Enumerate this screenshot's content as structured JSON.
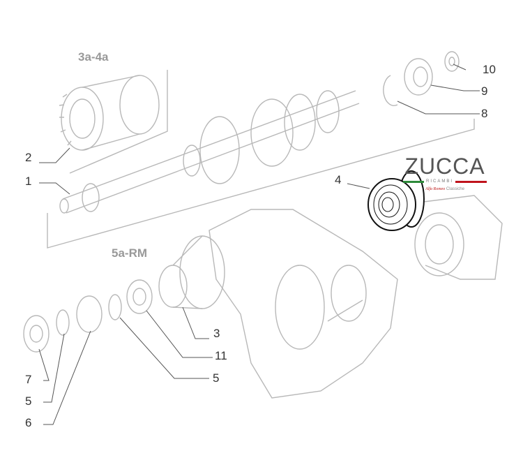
{
  "groups": {
    "upper": "3a-4a",
    "lower": "5a-RM"
  },
  "callouts": [
    {
      "id": "10",
      "label": "10"
    },
    {
      "id": "9",
      "label": "9"
    },
    {
      "id": "8",
      "label": "8"
    },
    {
      "id": "2",
      "label": "2"
    },
    {
      "id": "1",
      "label": "1"
    },
    {
      "id": "4",
      "label": "4"
    },
    {
      "id": "3",
      "label": "3"
    },
    {
      "id": "11",
      "label": "11"
    },
    {
      "id": "5a",
      "label": "5"
    },
    {
      "id": "7",
      "label": "7"
    },
    {
      "id": "5b",
      "label": "5"
    },
    {
      "id": "6",
      "label": "6"
    }
  ],
  "logo": {
    "name": "ZUCCA",
    "subtitle": "RICAMBI",
    "brand": "Alfa Romeo",
    "suffix": "Classiche",
    "colors": {
      "green": "#2e8b3a",
      "red": "#c0141c"
    }
  }
}
